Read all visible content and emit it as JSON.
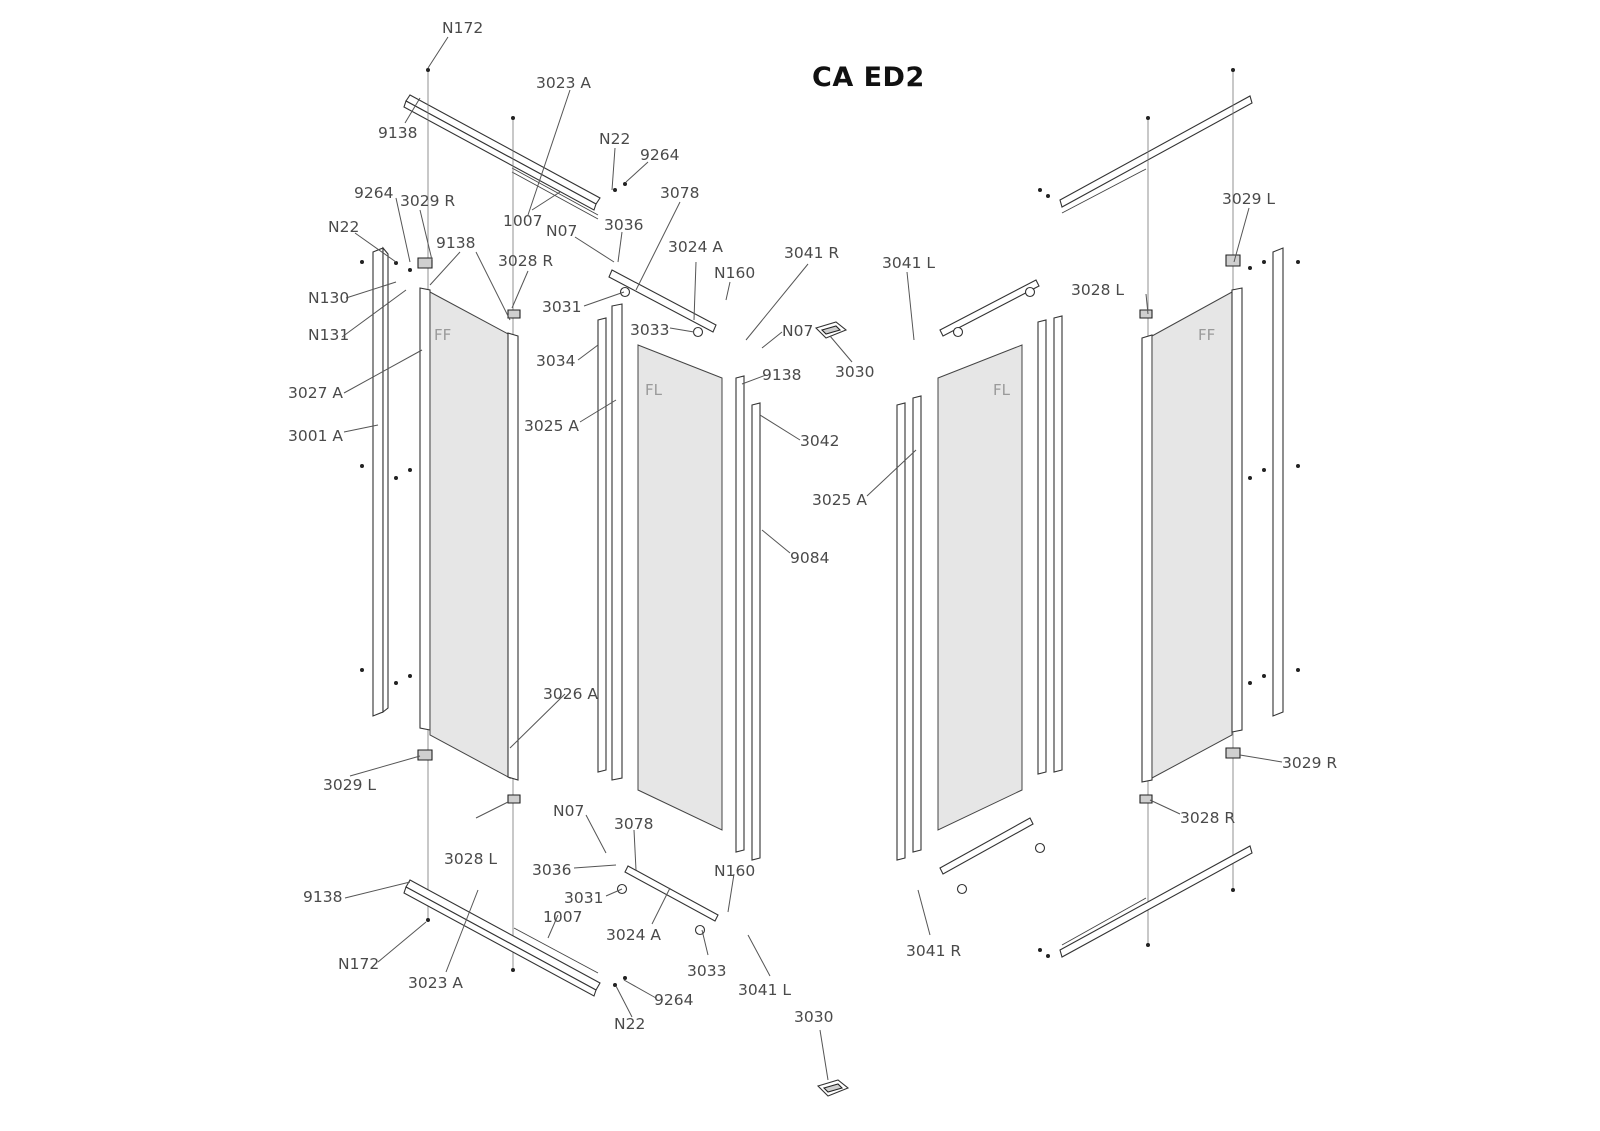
{
  "title": "CA ED2",
  "panel_marks": {
    "fixed": "FF",
    "sliding": "FL"
  },
  "labels": {
    "l_N172_top": "N172",
    "l_3023A_top": "3023 A",
    "l_9138_top": "9138",
    "l_N22_top": "N22",
    "l_9264_top": "9264",
    "l_9264_left": "9264",
    "l_3029R_top": "3029 R",
    "l_1007_top": "1007",
    "l_3078_top": "3078",
    "l_N22_left": "N22",
    "l_9138_mid": "9138",
    "l_N07_top": "N07",
    "l_3036_top": "3036",
    "l_3024A_top": "3024 A",
    "l_3041R_top": "3041 R",
    "l_3041L_top": "3041 L",
    "l_3029L_top": "3029 L",
    "l_3028R_top": "3028 R",
    "l_N160_top": "N160",
    "l_3028L_top": "3028 L",
    "l_N130": "N130",
    "l_3031_top": "3031",
    "l_3033_top": "3033",
    "l_N07_mid": "N07",
    "l_N131": "N131",
    "l_3030_top": "3030",
    "l_3034": "3034",
    "l_9138_r": "9138",
    "l_3027A": "3027 A",
    "l_3001A": "3001 A",
    "l_3025A_left": "3025 A",
    "l_3042": "3042",
    "l_3025A_right": "3025 A",
    "l_9084": "9084",
    "l_3026A": "3026 A",
    "l_3029R_bot": "3029 R",
    "l_3029L_bot": "3029 L",
    "l_N07_bot": "N07",
    "l_3078_bot": "3078",
    "l_3028R_bot": "3028 R",
    "l_3028L_bot": "3028 L",
    "l_3036_bot": "3036",
    "l_N160_bot": "N160",
    "l_9138_bot": "9138",
    "l_3031_bot": "3031",
    "l_1007_bot": "1007",
    "l_3024A_bot": "3024 A",
    "l_N172_bot": "N172",
    "l_3033_bot": "3033",
    "l_3041R_bot": "3041 R",
    "l_3023A_bot": "3023 A",
    "l_9264_bot": "9264",
    "l_3041L_bot": "3041 L",
    "l_N22_bot": "N22",
    "l_3030_bot": "3030"
  }
}
